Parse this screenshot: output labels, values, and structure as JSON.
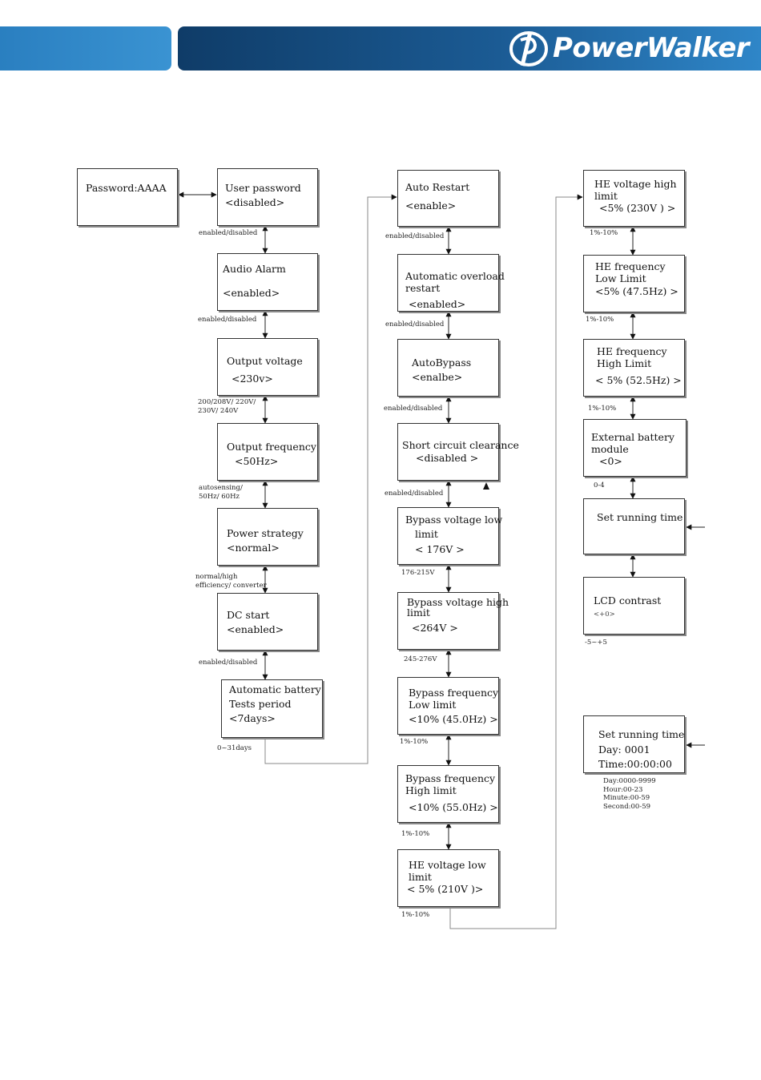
{
  "brand": {
    "logo_text": "PowerWalker"
  },
  "nodes": {
    "password": [
      "Password:AAAA"
    ],
    "user_password": [
      "User password",
      "<disabled>"
    ],
    "audio_alarm": [
      "Audio Alarm",
      "<enabled>"
    ],
    "output_voltage": [
      "Output voltage",
      "<230v>"
    ],
    "output_frequency": [
      "Output frequency",
      "<50Hz>"
    ],
    "power_strategy": [
      "Power strategy",
      "<normal>"
    ],
    "dc_start": [
      "DC start",
      "<enabled>"
    ],
    "battery_test": [
      "Automatic battery",
      "Tests period",
      "<7days>"
    ],
    "auto_restart": [
      "Auto Restart",
      "<enable>"
    ],
    "auto_overload": [
      "Automatic overload",
      "restart",
      "<enabled>"
    ],
    "autobypass": [
      "AutoBypass",
      "<enalbe>"
    ],
    "short_circuit": [
      "Short circuit clearance",
      "<disabled >"
    ],
    "bypass_v_low": [
      "Bypass voltage low",
      "limit",
      "< 176V >"
    ],
    "bypass_v_high": [
      "Bypass voltage high",
      "limit",
      "<264V >"
    ],
    "bypass_f_low": [
      "Bypass frequency",
      "Low limit",
      "<10% (45.0Hz) >"
    ],
    "bypass_f_high": [
      "Bypass frequency",
      "High limit",
      "<10%  (55.0Hz) >"
    ],
    "he_v_low": [
      "HE voltage  low",
      "limit",
      "< 5% (210V )>"
    ],
    "he_v_high": [
      "HE voltage high",
      "limit",
      "<5% (230V ) >"
    ],
    "he_f_low": [
      "HE frequency",
      "Low Limit",
      "<5% (47.5Hz) >"
    ],
    "he_f_high": [
      "HE frequency",
      "High Limit",
      "< 5% (52.5Hz) >"
    ],
    "ext_battery": [
      "External battery",
      "module",
      "<0>"
    ],
    "set_running_time": [
      "Set running time"
    ],
    "lcd_contrast": [
      "LCD contrast",
      "<+0>"
    ],
    "running_time_detail": [
      "Set running time",
      "Day: 0001",
      "Time:00:00:00"
    ]
  },
  "notes": {
    "n_user_password": [
      "enabled/disabled"
    ],
    "n_audio_alarm": [
      "enabled/disabled"
    ],
    "n_output_voltage": [
      "200/208V/ 220V/",
      "230V/ 240V"
    ],
    "n_output_frequency": [
      "autosensing/",
      "50Hz/ 60Hz"
    ],
    "n_power_strategy": [
      "normal/high",
      "efficiency/ converter"
    ],
    "n_dc_start": [
      "enabled/disabled"
    ],
    "n_battery_test": [
      "0~31days"
    ],
    "n_auto_restart": [
      "enabled/disabled"
    ],
    "n_auto_overload": [
      "enabled/disabled"
    ],
    "n_autobypass": [
      "enabled/disabled"
    ],
    "n_short_circuit": [
      "enabled/disabled"
    ],
    "n_bypass_v_low": [
      "176-215V"
    ],
    "n_bypass_v_high": [
      "245-276V"
    ],
    "n_bypass_f_low": [
      "1%-10%"
    ],
    "n_bypass_f_high": [
      "1%-10%"
    ],
    "n_he_v_low": [
      "1%-10%"
    ],
    "n_he_v_high": [
      "1%-10%"
    ],
    "n_he_f_low": [
      "1%-10%"
    ],
    "n_he_f_high": [
      "1%-10%"
    ],
    "n_ext_battery": [
      "0-4"
    ],
    "n_lcd_contrast": [
      "-5~+5"
    ],
    "n_running_time_detail": [
      "Day:0000-9999",
      "Hour:00-23",
      "Minute:00-59",
      "Second:00-59"
    ]
  }
}
